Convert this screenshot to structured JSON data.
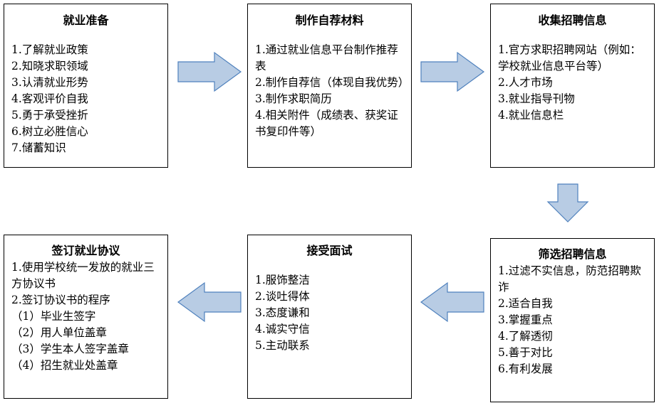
{
  "steps": {
    "prep": {
      "title": "就业准备",
      "items": [
        "1.了解就业政策",
        "2.知晓求职领域",
        "3.认清就业形势",
        "4.客观评价自我",
        "5.勇于承受挫折",
        "6.树立必胜信心",
        "7.储蓄知识"
      ]
    },
    "materials": {
      "title": "制作自荐材料",
      "items": [
        "1.通过就业信息平台制作推荐表",
        "2.制作自荐信（体现自我优势）",
        "3.制作求职简历",
        "4.相关附件（成绩表、获奖证书复印件等）"
      ]
    },
    "collect": {
      "title": "收集招聘信息",
      "items": [
        "1.官方求职招聘网站（例如：学校就业信息平台等）",
        "2.人才市场",
        "3.就业指导刊物",
        "4.就业信息栏"
      ]
    },
    "filter": {
      "title": "筛选招聘信息",
      "items": [
        "1.过滤不实信息，防范招聘欺诈",
        "2.适合自我",
        "3.掌握重点",
        "4.了解透彻",
        "5.善于对比",
        "6.有利发展"
      ]
    },
    "interview": {
      "title": "接受面试",
      "items": [
        "1.服饰整洁",
        "2.谈吐得体",
        "3.态度谦和",
        "4.诚实守信",
        "5.主动联系"
      ]
    },
    "sign": {
      "title": "签订就业协议",
      "items": [
        "1.使用学校统一发放的就业三方协议书",
        "2.签订协议书的程序",
        "（1）毕业生签字",
        "（2）用人单位盖章",
        "（3）学生本人签字盖章",
        "（4）招生就业处盖章"
      ]
    }
  },
  "colors": {
    "arrow_fill": "#b8cce4",
    "arrow_stroke": "#4f81bd",
    "border": "#000000"
  }
}
